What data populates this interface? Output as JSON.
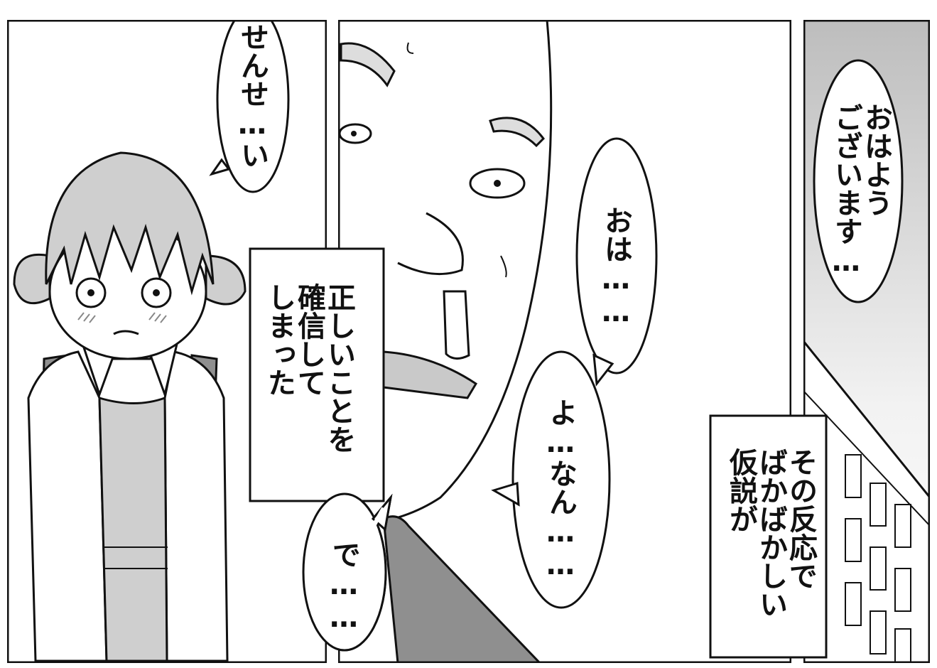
{
  "dialogue": {
    "student_sensei": "せんせ…い",
    "narration_center": "正しいことを\n確信して\nしまった",
    "teacher_oha": "おは……",
    "teacher_yonan": "よ…なん……",
    "teacher_de": "で……",
    "student_ohayou": "おはよう\nございます…",
    "narration_right": "その反応で\nばかばかしい\n仮説が"
  },
  "colors": {
    "ink": "#111111",
    "paper": "#ffffff",
    "tone": "#c9c9c9",
    "tone_dark": "#8f8f8f"
  }
}
